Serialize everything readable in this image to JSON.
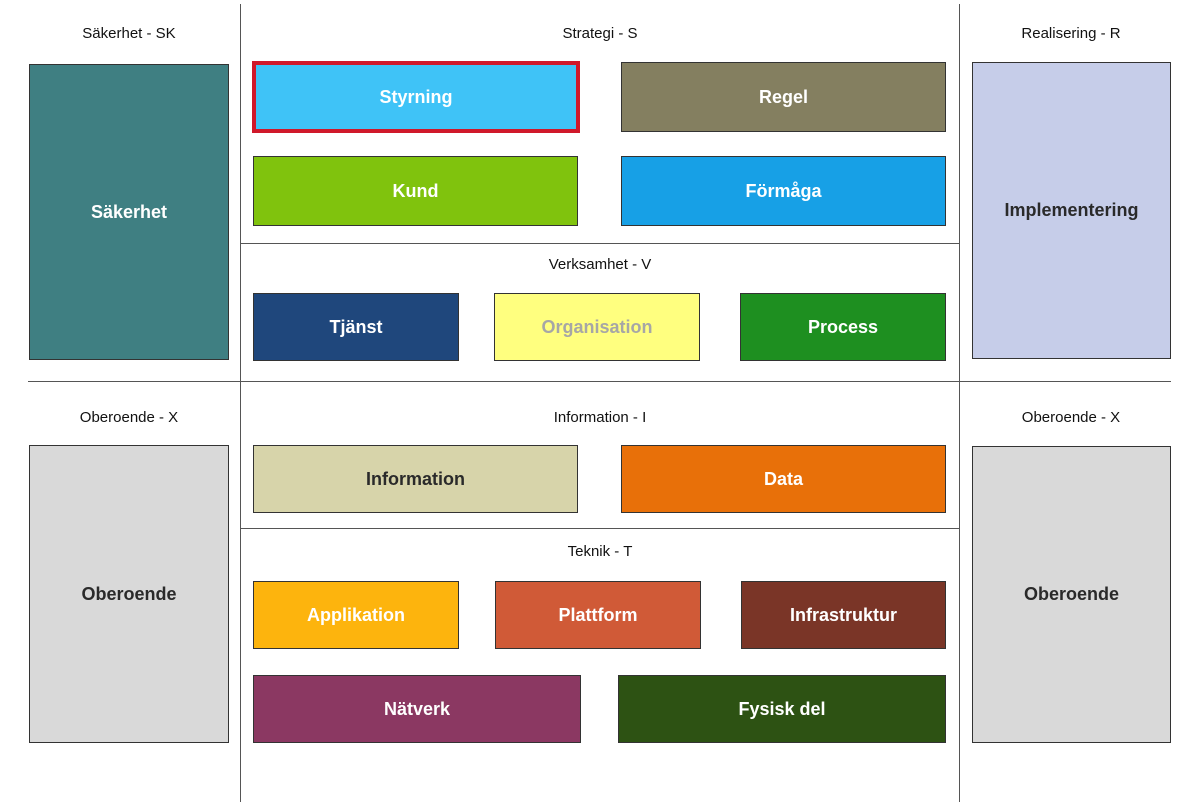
{
  "headings": {
    "sakerhet_sk": "Säkerhet - SK",
    "strategi_s": "Strategi - S",
    "realisering_r": "Realisering - R",
    "verksamhet_v": "Verksamhet - V",
    "oberoende_x_left": "Oberoende - X",
    "information_i": "Information - I",
    "oberoende_x_right": "Oberoende - X",
    "teknik_t": "Teknik - T"
  },
  "boxes": {
    "sakerhet": {
      "label": "Säkerhet",
      "color": "#3f7f82",
      "text_color": "#ffffff"
    },
    "styrning": {
      "label": "Styrning",
      "color": "#3fc3f7",
      "text_color": "#ffffff",
      "selected": true
    },
    "regel": {
      "label": "Regel",
      "color": "#847f60",
      "text_color": "#ffffff"
    },
    "kund": {
      "label": "Kund",
      "color": "#80c30d",
      "text_color": "#ffffff"
    },
    "formaga": {
      "label": "Förmåga",
      "color": "#17a0e6",
      "text_color": "#ffffff"
    },
    "implementering": {
      "label": "Implementering",
      "color": "#c6cde9",
      "text_color": "#2a2a2a"
    },
    "tjanst": {
      "label": "Tjänst",
      "color": "#1f477c",
      "text_color": "#ffffff"
    },
    "organisation": {
      "label": "Organisation",
      "color": "#ffff7f",
      "text_color": "#a6a6a6"
    },
    "process": {
      "label": "Process",
      "color": "#1e8f20",
      "text_color": "#ffffff"
    },
    "oberoende_left": {
      "label": "Oberoende",
      "color": "#d9d9d9",
      "text_color": "#2a2a2a"
    },
    "information": {
      "label": "Information",
      "color": "#d7d4aa",
      "text_color": "#2a2a2a"
    },
    "data": {
      "label": "Data",
      "color": "#e87009",
      "text_color": "#ffffff"
    },
    "oberoende_right": {
      "label": "Oberoende",
      "color": "#d9d9d9",
      "text_color": "#2a2a2a"
    },
    "applikation": {
      "label": "Applikation",
      "color": "#fdb40d",
      "text_color": "#ffffff"
    },
    "plattform": {
      "label": "Plattform",
      "color": "#d05a37",
      "text_color": "#ffffff"
    },
    "infrastruktur": {
      "label": "Infrastruktur",
      "color": "#7a3527",
      "text_color": "#ffffff"
    },
    "natverk": {
      "label": "Nätverk",
      "color": "#8b3862",
      "text_color": "#ffffff"
    },
    "fysisk_del": {
      "label": "Fysisk del",
      "color": "#2d5213",
      "text_color": "#ffffff"
    }
  }
}
